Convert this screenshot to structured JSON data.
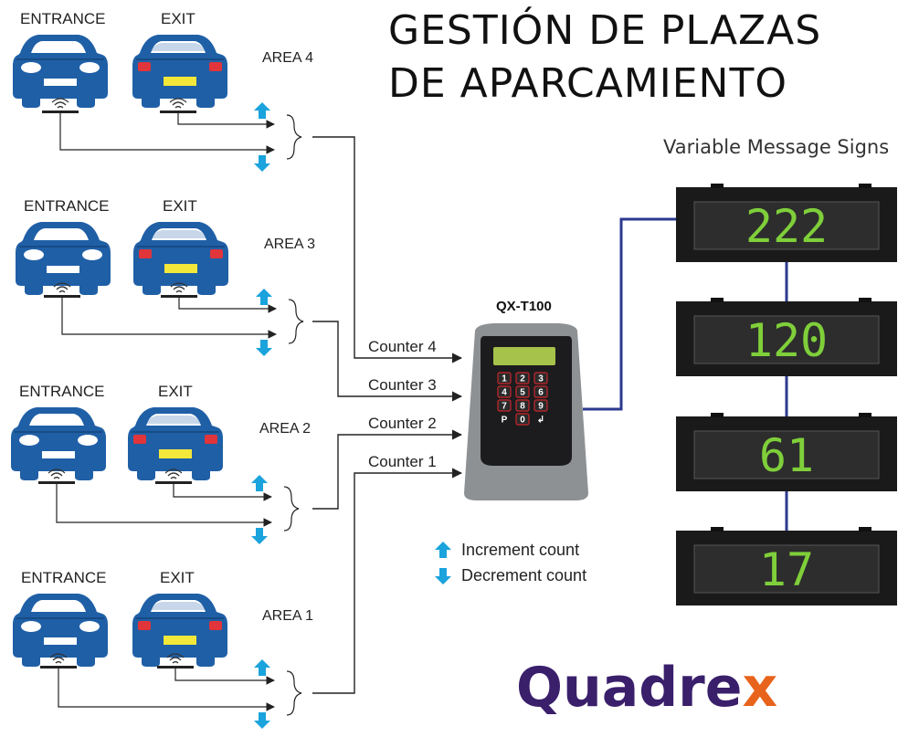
{
  "title": {
    "line1": "GESTIÓN DE PLAZAS",
    "line2": "DE APARCAMIENTO"
  },
  "vms_title": "Variable Message Signs",
  "areas": [
    {
      "name": "AREA 4",
      "entrance": "ENTRANCE",
      "exit": "EXIT"
    },
    {
      "name": "AREA 3",
      "entrance": "ENTRANCE",
      "exit": "EXIT"
    },
    {
      "name": "AREA 2",
      "entrance": "ENTRANCE",
      "exit": "EXIT"
    },
    {
      "name": "AREA 1",
      "entrance": "ENTRANCE",
      "exit": "EXIT"
    }
  ],
  "counters": [
    "Counter 4",
    "Counter 3",
    "Counter 2",
    "Counter 1"
  ],
  "device": {
    "name": "QX-T100",
    "keys": [
      "1",
      "2",
      "3",
      "4",
      "5",
      "6",
      "7",
      "8",
      "9",
      "P",
      "0",
      "↲"
    ]
  },
  "signs": [
    "222",
    "120",
    "61",
    "17"
  ],
  "legend": {
    "increment": "Increment count",
    "decrement": "Decrement count"
  },
  "logo": {
    "text_main": "Quadre",
    "text_x": "x"
  },
  "colors": {
    "car_blue": "#1f5fa6",
    "arrow_cyan": "#1aa3dc",
    "cable_navy": "#2b3a8f",
    "sign_green": "#7fcf3a",
    "logo_purple": "#3a1f6b",
    "logo_orange": "#e8631c"
  }
}
